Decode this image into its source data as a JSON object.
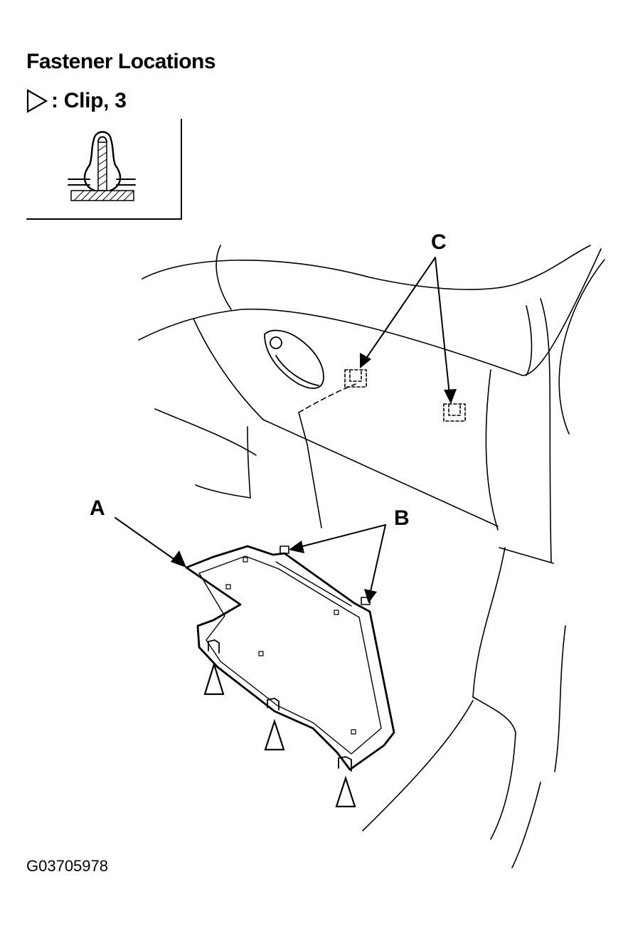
{
  "title": "Fastener Locations",
  "legend": {
    "symbol": "clip-triangle-icon",
    "text": ": Clip, 3"
  },
  "callouts": {
    "a": "A",
    "b": "B",
    "c": "C"
  },
  "figure_id": "G03705978"
}
